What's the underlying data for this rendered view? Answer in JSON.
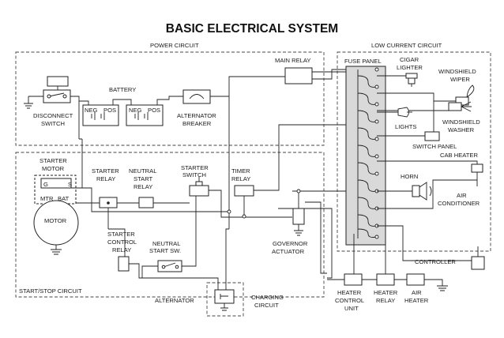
{
  "title": "BASIC ELECTRICAL SYSTEM",
  "colors": {
    "line": "#222222",
    "fuse_panel_fill": "#d9d9d9",
    "background": "#ffffff"
  },
  "sections": {
    "power_circuit": "POWER CIRCUIT",
    "low_current_circuit": "LOW CURRENT CIRCUIT",
    "start_stop_circuit": "START/STOP CIRCUIT"
  },
  "components": {
    "main_relay": "MAIN RELAY",
    "battery": "BATTERY",
    "disconnect_switch": [
      "DISCONNECT",
      "SWITCH"
    ],
    "battery_terminals": {
      "neg": "NEG",
      "pos": "POS"
    },
    "alternator_breaker": [
      "ALTERNATOR",
      "BREAKER"
    ],
    "fuse_panel": "FUSE PANEL",
    "cigar_lighter": [
      "CIGAR",
      "LIGHTER"
    ],
    "windshield_wiper": [
      "WINDSHIELD",
      "WIPER"
    ],
    "windshield_washer": [
      "WINDSHIELD",
      "WASHER"
    ],
    "lights": "LIGHTS",
    "switch_panel": "SWITCH PANEL",
    "cab_heater": "CAB HEATER",
    "horn": "HORN",
    "air_conditioner": [
      "AIR",
      "CONDITIONER"
    ],
    "controller": "CONTROLLER",
    "starter_motor": [
      "STARTER",
      "MOTOR"
    ],
    "motor_terminals": {
      "g": "G",
      "s": "S",
      "mtr": "MTR",
      "bat": "BAT"
    },
    "motor": "MOTOR",
    "starter_relay": [
      "STARTER",
      "RELAY"
    ],
    "neutral_start_relay": [
      "NEUTRAL",
      "START",
      "RELAY"
    ],
    "starter_switch": [
      "STARTER",
      "SWITCH"
    ],
    "timer_relay": [
      "TIMER",
      "RELAY"
    ],
    "governor_actuator": [
      "GOVERNOR",
      "ACTUATOR"
    ],
    "starter_control_relay": [
      "STARTER",
      "CONTROL",
      "RELAY"
    ],
    "neutral_start_switch": [
      "NEUTRAL",
      "START SW."
    ],
    "alternator": "ALTERNATOR",
    "charging_circuit": [
      "CHARGING",
      "CIRCUIT"
    ],
    "heater_control_unit": [
      "HEATER",
      "CONTROL",
      "UNIT"
    ],
    "heater_relay": [
      "HEATER",
      "RELAY"
    ],
    "air_heater": [
      "AIR",
      "HEATER"
    ]
  }
}
